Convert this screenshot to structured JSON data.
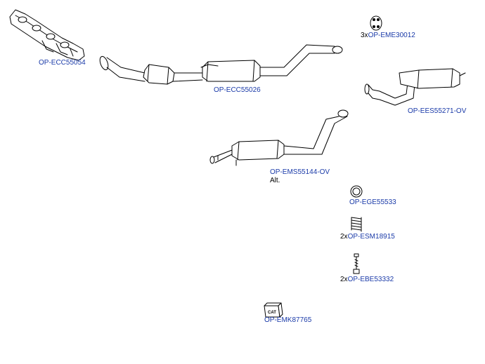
{
  "parts": [
    {
      "id": "manifold",
      "code": "OP-ECC55054"
    },
    {
      "id": "front-pipe-cat",
      "code": "OP-ECC55026"
    },
    {
      "id": "hanger",
      "qty": "3x",
      "code": "OP-EME30012"
    },
    {
      "id": "rear-silencer",
      "code": "OP-EES55271-OV"
    },
    {
      "id": "middle-silencer",
      "code": "OP-EMS55144-OV",
      "note": "Alt."
    },
    {
      "id": "gasket",
      "code": "OP-EGE55533"
    },
    {
      "id": "spring",
      "qty": "2x",
      "code": "OP-ESM18915"
    },
    {
      "id": "bolt",
      "qty": "2x",
      "code": "OP-EBE53332"
    },
    {
      "id": "mounting-kit",
      "code": "OP-EMK87765"
    }
  ],
  "icon_texts": {
    "mounting_kit_badge": "CAT"
  },
  "colors": {
    "link": "#1a3aa8",
    "line": "#000000",
    "background": "#ffffff"
  }
}
